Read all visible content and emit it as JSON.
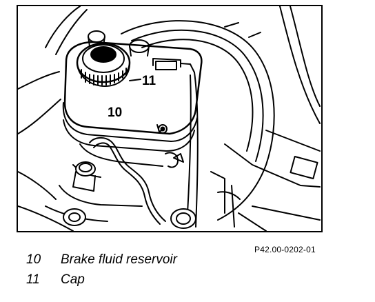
{
  "callouts": {
    "reservoir": "10",
    "cap": "11"
  },
  "reference_code": "P42.00-0202-01",
  "legend": [
    {
      "number": "10",
      "label": "Brake fluid reservoir"
    },
    {
      "number": "11",
      "label": "Cap"
    }
  ]
}
